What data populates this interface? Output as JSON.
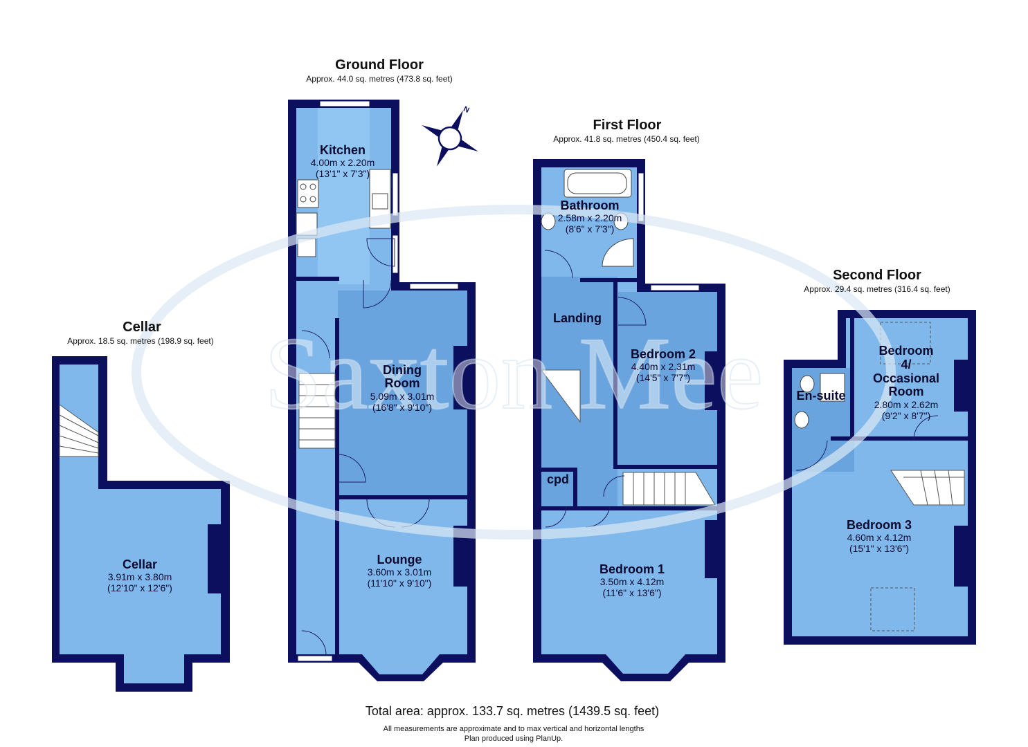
{
  "floors": {
    "cellar": {
      "title": "Cellar",
      "area": "Approx. 18.5 sq. metres (198.9 sq. feet)"
    },
    "ground": {
      "title": "Ground Floor",
      "area": "Approx. 44.0 sq. metres (473.8 sq. feet)"
    },
    "first": {
      "title": "First Floor",
      "area": "Approx. 41.8 sq. metres (450.4 sq. feet)"
    },
    "second": {
      "title": "Second Floor",
      "area": "Approx. 29.4 sq. metres (316.4 sq. feet)"
    }
  },
  "rooms": {
    "cellar": {
      "name": "Cellar",
      "metric": "3.91m x 3.80m",
      "imperial": "(12'10\" x 12'6\")"
    },
    "kitchen": {
      "name": "Kitchen",
      "metric": "4.00m x 2.20m",
      "imperial": "(13'1\" x 7'3\")"
    },
    "dining": {
      "name1": "Dining",
      "name2": "Room",
      "metric": "5.09m x 3.01m",
      "imperial": "(16'8\" x 9'10\")"
    },
    "lounge": {
      "name": "Lounge",
      "metric": "3.60m x 3.01m",
      "imperial": "(11'10\" x 9'10\")"
    },
    "bathroom": {
      "name": "Bathroom",
      "metric": "2.58m x 2.20m",
      "imperial": "(8'6\" x 7'3\")"
    },
    "landing": {
      "name": "Landing"
    },
    "bedroom2": {
      "name": "Bedroom 2",
      "metric": "4.40m x 2.31m",
      "imperial": "(14'5\" x 7'7\")"
    },
    "cpd": {
      "name": "cpd"
    },
    "bedroom1": {
      "name": "Bedroom 1",
      "metric": "3.50m x 4.12m",
      "imperial": "(11'6\" x 13'6\")"
    },
    "ensuite": {
      "name": "En-suite"
    },
    "bedroom4": {
      "name1": "Bedroom",
      "name2": "4/",
      "name3": "Occasional",
      "name4": "Room",
      "metric": "2.80m x 2.62m",
      "imperial": "(9'2\" x 8'7\")"
    },
    "bedroom3": {
      "name": "Bedroom 3",
      "metric": "4.60m x 4.12m",
      "imperial": "(15'1\" x 13'6\")"
    }
  },
  "compass": {
    "label": "N"
  },
  "watermark": "Saxton Mee",
  "footer": {
    "total": "Total area: approx. 133.7 sq. metres (1439.5 sq. feet)",
    "note1": "All measurements are approximate and to max vertical and horizontal lengths",
    "note2": "Plan produced using PlanUp."
  }
}
